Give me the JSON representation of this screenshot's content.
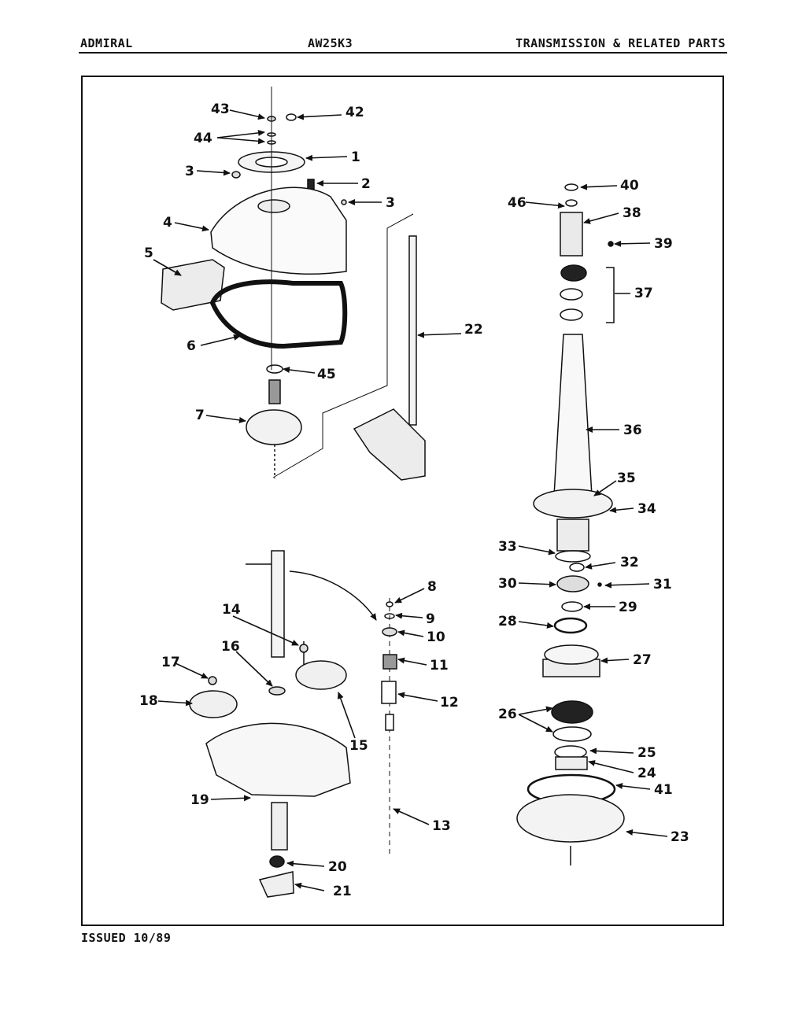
{
  "header": {
    "brand": "ADMIRAL",
    "model": "AW25K3",
    "section_title": "TRANSMISSION & RELATED PARTS"
  },
  "footer": {
    "issued": "ISSUED 10/89"
  },
  "callouts": [
    "1",
    "2",
    "3",
    "3",
    "4",
    "5",
    "6",
    "7",
    "8",
    "9",
    "10",
    "11",
    "12",
    "13",
    "14",
    "15",
    "16",
    "17",
    "18",
    "19",
    "20",
    "21",
    "22",
    "23",
    "24",
    "25",
    "26",
    "27",
    "28",
    "29",
    "30",
    "31",
    "32",
    "33",
    "34",
    "35",
    "36",
    "37",
    "38",
    "39",
    "40",
    "41",
    "42",
    "43",
    "44",
    "45",
    "46"
  ],
  "colors": {
    "ink": "#111111",
    "paper": "#ffffff",
    "shade": "#d9d9d9"
  }
}
